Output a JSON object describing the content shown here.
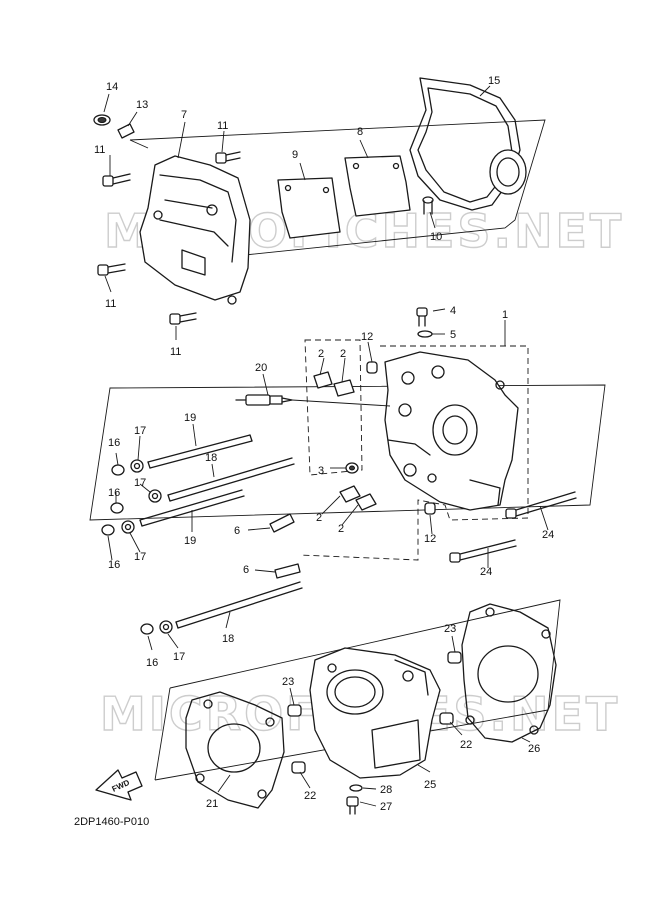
{
  "diagram_code": "2DP1460-P010",
  "watermark": "MICROFICHES.NET",
  "fwd_label": "FWD",
  "callouts": {
    "c14": "14",
    "c13": "13",
    "c7": "7",
    "c11a": "11",
    "c11b": "11",
    "c11c": "11",
    "c11d": "11",
    "c9": "9",
    "c8": "8",
    "c15": "15",
    "c10": "10",
    "c4": "4",
    "c5": "5",
    "c1": "1",
    "c12a": "12",
    "c12b": "12",
    "c2a": "2",
    "c2b": "2",
    "c2c": "2",
    "c2d": "2",
    "c20": "20",
    "c3": "3",
    "c6a": "6",
    "c6b": "6",
    "c19a": "19",
    "c19b": "19",
    "c18a": "18",
    "c18b": "18",
    "c16a": "16",
    "c16b": "16",
    "c16c": "16",
    "c16d": "16",
    "c17a": "17",
    "c17b": "17",
    "c17c": "17",
    "c17d": "17",
    "c24a": "24",
    "c24b": "24",
    "c23a": "23",
    "c23b": "23",
    "c22a": "22",
    "c22b": "22",
    "c26": "26",
    "c25": "25",
    "c21": "21",
    "c28": "28",
    "c27": "27"
  }
}
